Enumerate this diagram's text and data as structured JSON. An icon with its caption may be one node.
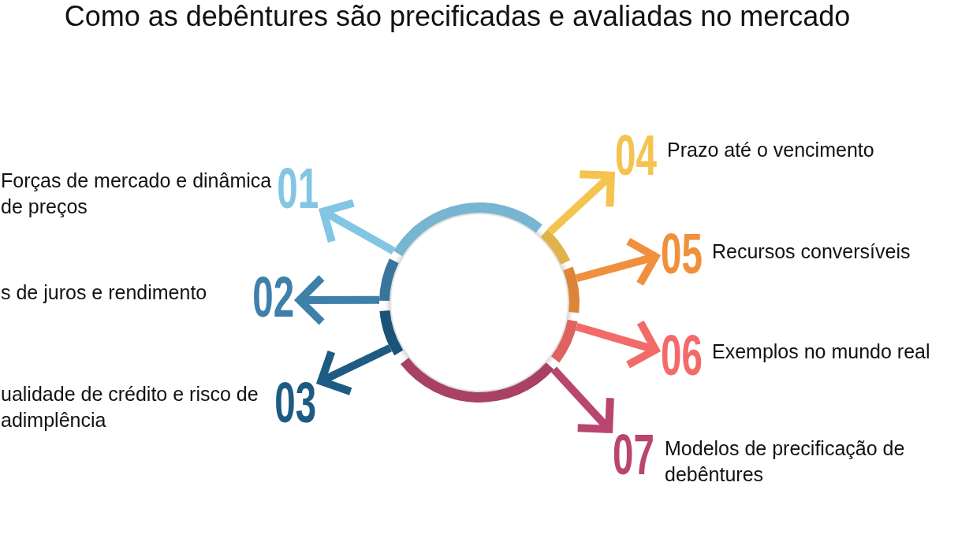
{
  "diagram": {
    "title": "Como as debêntures são precificadas e avaliadas no mercado",
    "nodes": [
      {
        "text": [],
        "shape": "circle"
      },
      {
        "text": [
          "Forças de mercado e dinâmica de preços",
          "01"
        ]
      },
      {
        "text": [
          "s de juros e rendimento",
          "02"
        ]
      },
      {
        "text": [
          "ualidade de crédito e risco de adimplência",
          "03"
        ]
      },
      {
        "text": [
          "04",
          "Prazo até o vencimento"
        ]
      },
      {
        "text": [
          "05",
          "Recursos conversíveis"
        ]
      },
      {
        "text": [
          "06",
          "Exemplos no mundo real"
        ]
      },
      {
        "text": [
          "07",
          "Modelos de precificação de debêntures"
        ]
      }
    ],
    "edges": [
      {
        "from": 0,
        "to": 1,
        "arrow": "to",
        "color": "#82c6e4"
      },
      {
        "from": 0,
        "to": 2,
        "arrow": "to",
        "color": "#3f80aa"
      },
      {
        "from": 0,
        "to": 3,
        "arrow": "to",
        "color": "#1e5b82"
      },
      {
        "from": 0,
        "to": 4,
        "arrow": "to",
        "color": "#f5c350"
      },
      {
        "from": 0,
        "to": 5,
        "arrow": "to",
        "color": "#f0903c"
      },
      {
        "from": 0,
        "to": 6,
        "arrow": "to",
        "color": "#f36b69"
      },
      {
        "from": 0,
        "to": 7,
        "arrow": "to",
        "color": "#b9466f"
      }
    ]
  }
}
